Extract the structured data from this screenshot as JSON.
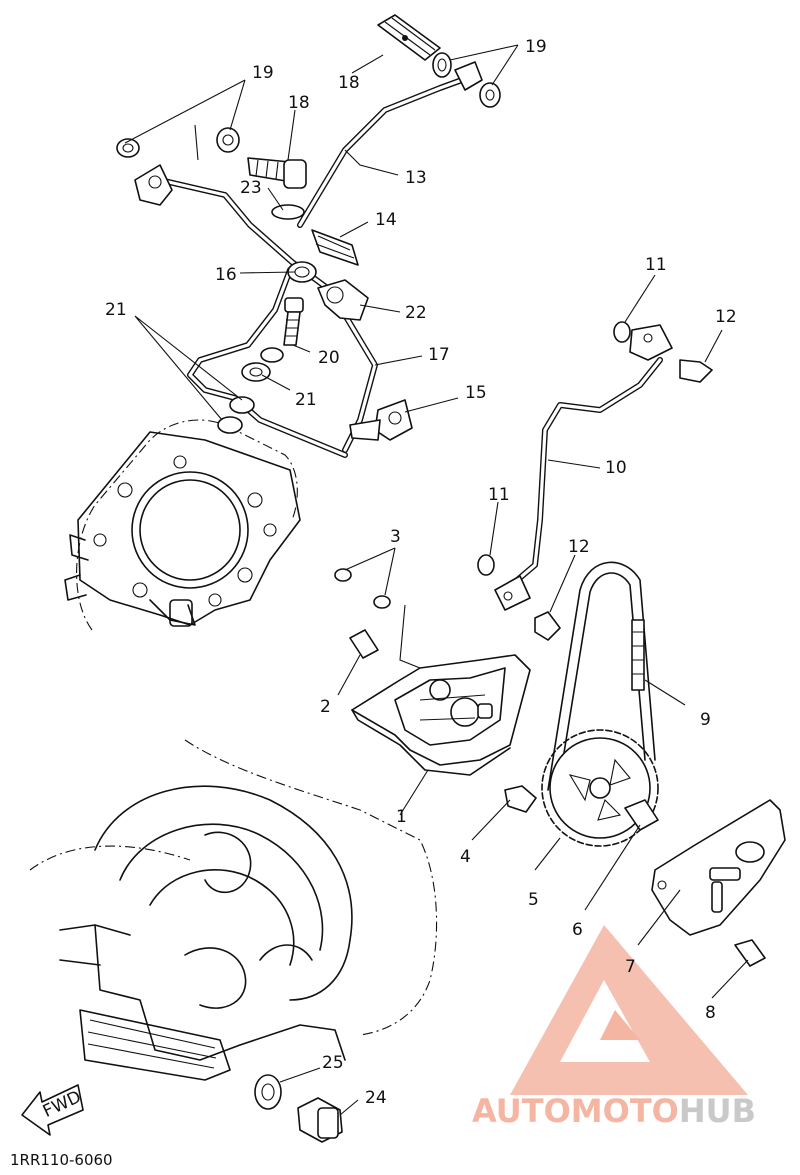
{
  "diagram_code": "1RR110-6060",
  "fwd_label": "FWD",
  "watermark": {
    "part1": "AUTO",
    "part2": "MOTO",
    "part3": "HUB",
    "color_primary": "#f5b5a3",
    "color_secondary": "#c9c9c9"
  },
  "callouts": [
    {
      "id": "c1",
      "label": "1"
    },
    {
      "id": "c2",
      "label": "2"
    },
    {
      "id": "c3",
      "label": "3"
    },
    {
      "id": "c4",
      "label": "4"
    },
    {
      "id": "c5",
      "label": "5"
    },
    {
      "id": "c6",
      "label": "6"
    },
    {
      "id": "c7",
      "label": "7"
    },
    {
      "id": "c8",
      "label": "8"
    },
    {
      "id": "c9",
      "label": "9"
    },
    {
      "id": "c10",
      "label": "10"
    },
    {
      "id": "c11a",
      "label": "11"
    },
    {
      "id": "c11b",
      "label": "11"
    },
    {
      "id": "c12a",
      "label": "12"
    },
    {
      "id": "c12b",
      "label": "12"
    },
    {
      "id": "c13",
      "label": "13"
    },
    {
      "id": "c14",
      "label": "14"
    },
    {
      "id": "c15",
      "label": "15"
    },
    {
      "id": "c16",
      "label": "16"
    },
    {
      "id": "c17",
      "label": "17"
    },
    {
      "id": "c18a",
      "label": "18"
    },
    {
      "id": "c18b",
      "label": "18"
    },
    {
      "id": "c19a",
      "label": "19"
    },
    {
      "id": "c19b",
      "label": "19"
    },
    {
      "id": "c20",
      "label": "20"
    },
    {
      "id": "c21a",
      "label": "21"
    },
    {
      "id": "c21b",
      "label": "21"
    },
    {
      "id": "c22",
      "label": "22"
    },
    {
      "id": "c23",
      "label": "23"
    },
    {
      "id": "c24",
      "label": "24"
    },
    {
      "id": "c25",
      "label": "25"
    }
  ]
}
